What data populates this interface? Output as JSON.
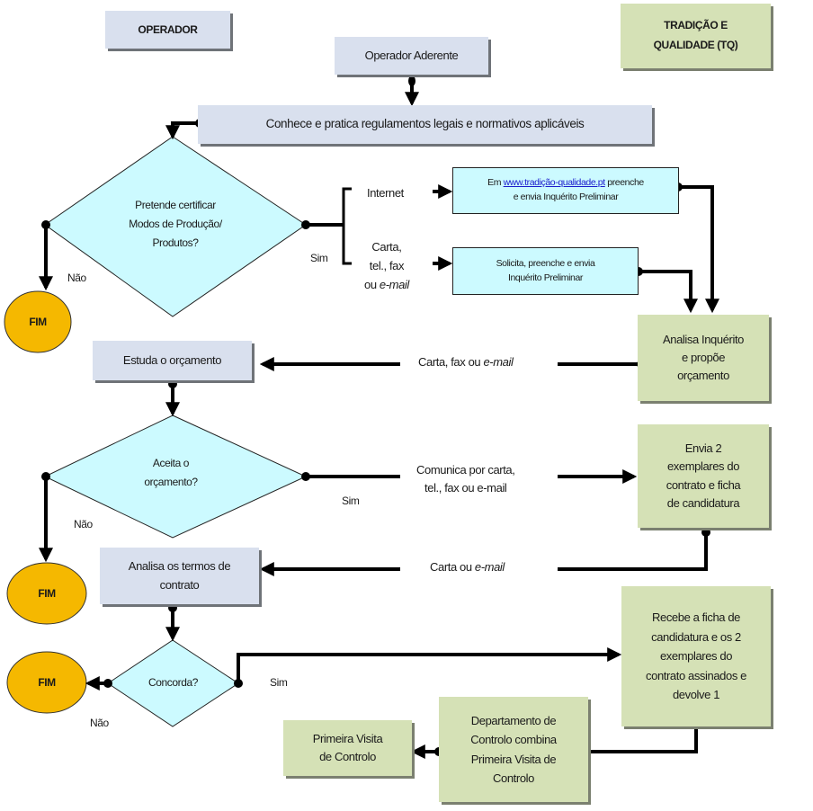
{
  "headers": {
    "operador": "OPERADOR",
    "tq_line1": "TRADIÇÃO E",
    "tq_line2": "QUALIDADE (TQ)"
  },
  "colors": {
    "operator_box": "#d9e0ee",
    "tq_box": "#d5e1b6",
    "decision": "#ccfaff",
    "terminator": "#f5b800",
    "link": "#1a1acc"
  },
  "nodes": {
    "operador_aderente": "Operador Aderente",
    "conhece": "Conhece e pratica regulamentos legais e normativos aplicáveis",
    "decision1": [
      "Pretende certificar",
      "Modos de Produção/",
      "Produtos?"
    ],
    "internet_label": "Internet",
    "carta_label": [
      "Carta,",
      "tel., fax",
      "ou "
    ],
    "carta_label_italic": "e-mail",
    "inq_internet": {
      "prefix": "Em ",
      "link": "www.tradição-qualidade.pt",
      "suffix": " preenche",
      "line2": "e envia Inquérito Preliminar"
    },
    "inq_carta": [
      "Solicita, preenche e envia",
      "Inquérito Preliminar"
    ],
    "analisa_inquerito": [
      "Analisa Inquérito",
      "e propõe",
      "orçamento"
    ],
    "estuda_orcamento": "Estuda o orçamento",
    "decision2": [
      "Aceita o",
      "orçamento?"
    ],
    "envia_exemplares": [
      "Envia 2",
      "exemplares do",
      "contrato e ficha",
      "de candidatura"
    ],
    "analisa_termos": [
      "Analisa os termos de",
      "contrato"
    ],
    "decision3": "Concorda?",
    "recebe_ficha": [
      "Recebe a ficha de",
      "candidatura e os 2",
      "exemplares do",
      "contrato assinados e",
      "devolve 1"
    ],
    "departamento": [
      "Departamento de",
      "Controlo combina",
      "Primeira Visita de",
      "Controlo"
    ],
    "primeira_visita": [
      "Primeira Visita",
      "de Controlo"
    ],
    "fim": "FIM"
  },
  "edges": {
    "sim": "Sim",
    "nao": "Não",
    "carta_fax_email": "Carta, fax ou ",
    "carta_fax_email_italic": "e-mail",
    "comunica": [
      "Comunica por carta,",
      "tel., fax ou e-mail"
    ],
    "carta_ou": "Carta ou ",
    "carta_ou_italic": "e-mail"
  }
}
